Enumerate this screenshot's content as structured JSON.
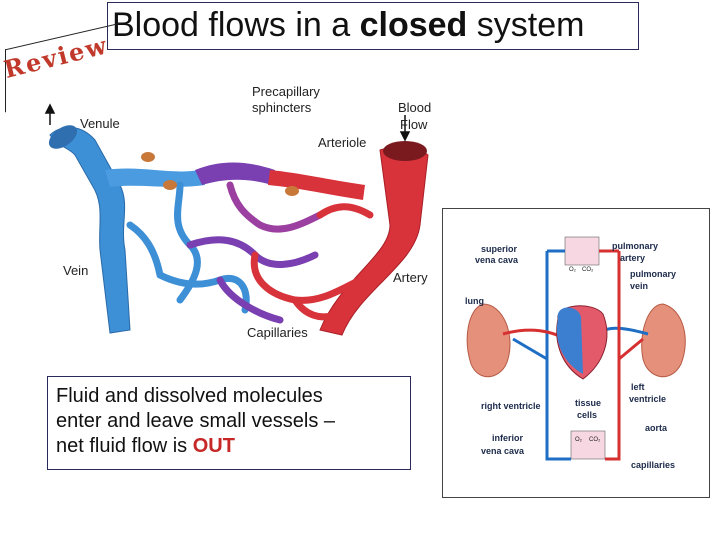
{
  "header": {
    "title_pre": "Blood flows in a ",
    "title_bold": "closed",
    "title_post": " system",
    "review_tag": "Review"
  },
  "vessel_diagram": {
    "labels": {
      "precapillary": "Precapillary",
      "sphincters": "sphincters",
      "blood": "Blood",
      "flow": "Flow",
      "venule": "Venule",
      "arteriole": "Arteriole",
      "vein": "Vein",
      "artery": "Artery",
      "capillaries": "Capillaries"
    },
    "colors": {
      "venous": "#3d8fd6",
      "arterial": "#d8323a",
      "mixed": "#7a3fb0",
      "sphincter": "#c8793a"
    }
  },
  "note": {
    "line1": "Fluid and dissolved molecules",
    "line2": "enter and leave small vessels –",
    "line3_pre": "net fluid flow is ",
    "line3_bold": "OUT"
  },
  "circulation_diagram": {
    "superior": "superior",
    "vena_cava": "vena cava",
    "pulmonary_artery_1": "pulmonary",
    "pulmonary_artery_2": "artery",
    "pulmonary_vein_1": "pulmonary",
    "pulmonary_vein_2": "vein",
    "lung": "lung",
    "right_ventricle": "right ventricle",
    "tissue": "tissue",
    "cells": "cells",
    "left": "left",
    "ventricle": "ventricle",
    "aorta": "aorta",
    "inferior": "inferior",
    "vena_cava_2": "vena cava",
    "capillaries": "capillaries",
    "o2": "O₂",
    "co2": "CO₂"
  }
}
